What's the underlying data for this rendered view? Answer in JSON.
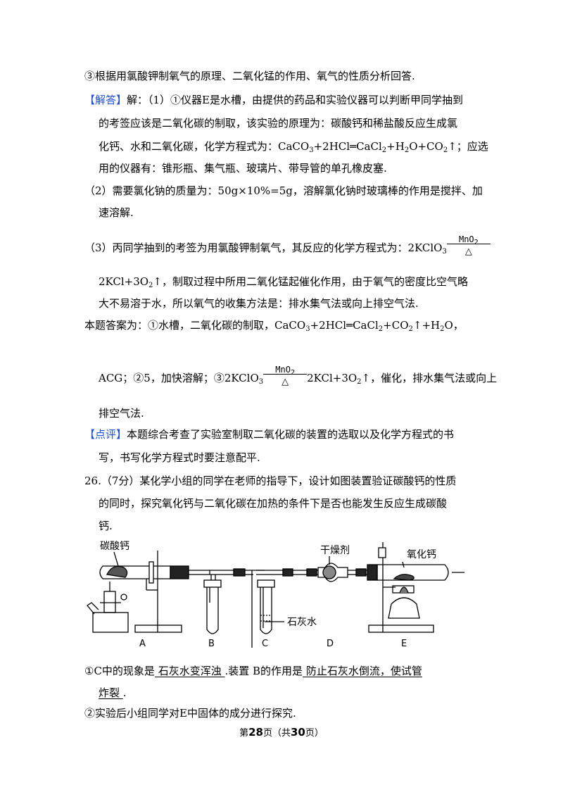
{
  "l1": "③根据用氯酸钾制氧气的原理、二氧化锰的作用、氧气的性质分析回答.",
  "answer_tag": "【解答】",
  "l2": "解：（1）①仪器E是水槽，由提供的药品和实验仪器可以判断甲同学抽到",
  "l3": "的考签应该是二氧化碳的制取，该实验的原理为：碳酸钙和稀盐酸反应生成氯",
  "l4": {
    "a": "化钙、水和二氧化碳，化学方程式为：CaCO",
    "s1": "3",
    "b": "+2HCl═CaCl",
    "s2": "2",
    "c": "+H",
    "s3": "2",
    "d": "O+CO",
    "s4": "2",
    "e": "↑；应选"
  },
  "l5": "用的仪器有：锥形瓶、集气瓶、玻璃片、带导管的单孔橡皮塞.",
  "l6": "（2）需要氯化钠的质量为：50g×10%=5g，溶解氯化钠时玻璃棒的作用是搅拌、加",
  "l7": "速溶解.",
  "l8": {
    "a": "（3）丙同学抽到的考签为用氯酸钾制氧气，其反应的化学方程式为：2KClO",
    "s1": "3"
  },
  "cond": {
    "catalyst": "MnO",
    "cat_sub": "2",
    "heat": "△"
  },
  "l9": {
    "a": "2KCl+3O",
    "s1": "2",
    "b": "↑，制取过程中所用二氧化锰起催化作用，由于氧气的密度比空气略"
  },
  "l10": "大不易溶于水，所以氧气的收集方法是：排水集气法或向上排空气法.",
  "l11": {
    "a": "本题答案为：①水槽，二氧化碳的制取，CaCO",
    "s1": "3",
    "b": "+2HCl═CaCl",
    "s2": "2",
    "c": "+CO",
    "s3": "2",
    "d": "↑+H",
    "s4": "2",
    "e": "O，"
  },
  "l12": {
    "a": "ACG；②5，加快溶解；③2KClO",
    "s1": "3",
    "b": "2KCl+3O",
    "s2": "2",
    "c": "↑，催化，排水集气法或向上"
  },
  "l13": "排空气法.",
  "comment_tag": "【点评】",
  "l14": "本题综合考查了实验室制取二氧化碳的装置的选取以及化学方程式的书",
  "l15": "写，书写化学方程式时要注意配平.",
  "l16": "26.（7分）某化学小组的同学在老师的指导下，设计如图装置验证碳酸钙的性质",
  "l17": "的同时，探究氧化钙与二氧化碳在加热的条件下是否也能发生反应生成碳酸",
  "l18": "钙.",
  "figure": {
    "label_caco3": "碳酸钙",
    "label_desiccant": "干燥剂",
    "label_cao": "氧化钙",
    "label_limewater": "石灰水",
    "letters": [
      "A",
      "B",
      "C",
      "D",
      "E"
    ]
  },
  "l19": {
    "a": "①C中的现象是",
    "b": "  石灰水变浑浊  ",
    "c": ".装置 B的作用是",
    "d": "  防止石灰水倒流，使试管"
  },
  "l20": {
    "a": "炸裂  ",
    "b": "."
  },
  "l21": "②实验后小组同学对E中固体的成分进行探究.",
  "footer": {
    "a": "第",
    "page": "28",
    "b": "页（共",
    "total": "30",
    "c": "页）"
  }
}
